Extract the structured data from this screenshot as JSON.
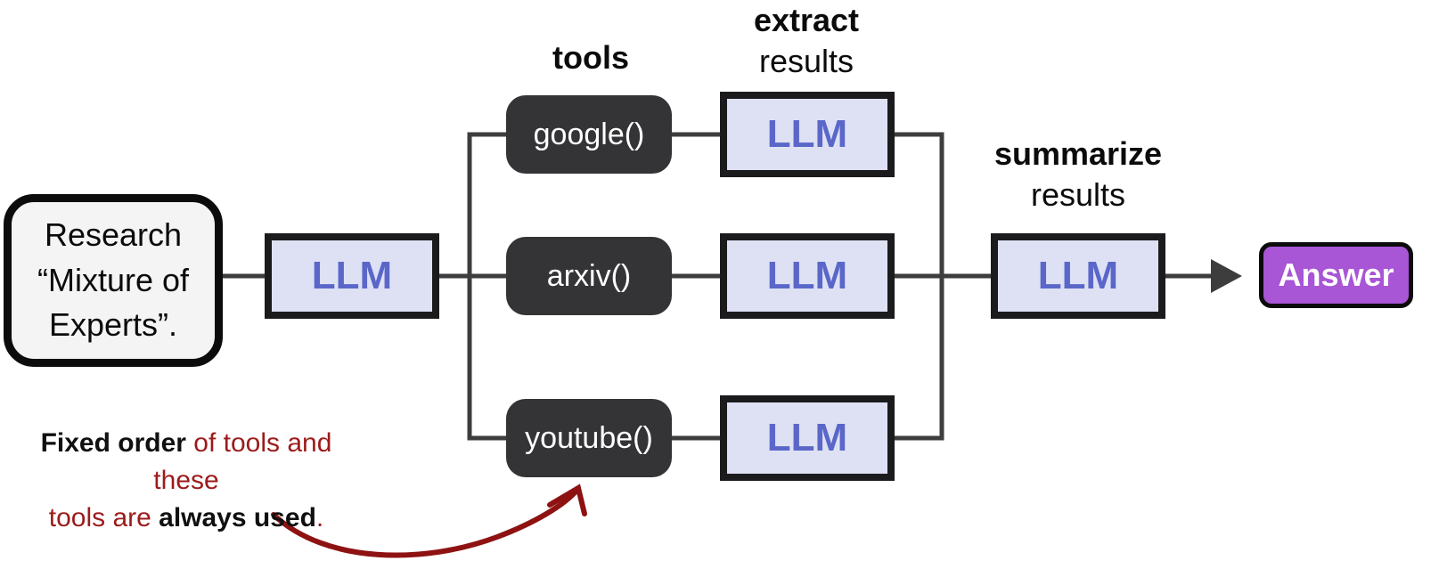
{
  "diagram": {
    "input_box": {
      "lines": [
        "Research",
        "“Mixture of",
        "Experts”."
      ]
    },
    "llm_label": "LLM",
    "column_labels": {
      "tools": "tools",
      "extract": {
        "line1": "extract",
        "line2": "results"
      },
      "summarize": {
        "line1": "summarize",
        "line2": "results"
      }
    },
    "tools": [
      {
        "name": "google()"
      },
      {
        "name": "arxiv()"
      },
      {
        "name": "youtube()"
      }
    ],
    "answer_label": "Answer",
    "annotation": {
      "line1": [
        {
          "text": "Fixed order",
          "style": "em"
        },
        {
          "text": " of tools and these",
          "style": "red"
        }
      ],
      "line2": [
        {
          "text": "tools are ",
          "style": "red"
        },
        {
          "text": "always used",
          "style": "em"
        },
        {
          "text": ".",
          "style": "red"
        }
      ]
    },
    "colors": {
      "llm_fill": "#dee1f4",
      "llm_text": "#5a67c9",
      "tool_fill": "#343437",
      "tool_text": "#ffffff",
      "answer_fill": "#a855d6",
      "answer_text": "#ffffff",
      "annotation_red": "#9c1b1b",
      "arrow_red": "#8e1212",
      "connector": "#3d3d3d",
      "box_border": "#1b1b1d",
      "input_fill": "#f4f4f4"
    }
  }
}
